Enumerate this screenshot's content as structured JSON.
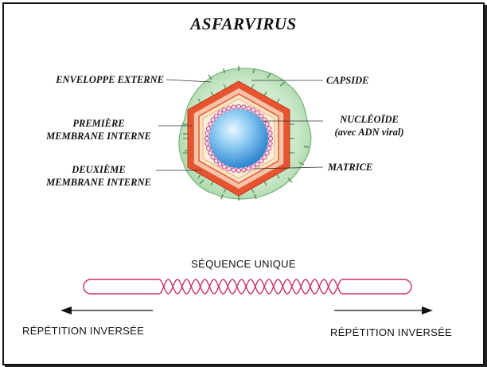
{
  "title": "ASFARVIRUS",
  "labels": {
    "enveloppe_externe": "ENVELOPPE EXTERNE",
    "capside": "CAPSIDE",
    "premiere_line1": "PREMIÈRE",
    "premiere_line2": "MEMBRANE INTERNE",
    "nucleoide_line1": "NUCLÉOÏDE",
    "nucleoide_line2": "(avec ADN viral)",
    "deuxieme_line1": "DEUXIÈME",
    "deuxieme_line2": "MEMBRANE INTERNE",
    "matrice": "MATRICE"
  },
  "genome": {
    "sequence_label": "SÉQUENCE UNIQUE",
    "left_label": "RÉPÉTITION INVERSÉE",
    "right_label": "RÉPÉTITION INVERSÉE"
  },
  "colors": {
    "envelope": "#bfe3bf",
    "envelope_edge": "#6cae6c",
    "capsid": "#e8542f",
    "membrane": "#f5b9a2",
    "matrix": "#f8e6c8",
    "nucleoid": "#4aa3e0",
    "beads": "#c04a8c",
    "dna": "#c8315f"
  }
}
